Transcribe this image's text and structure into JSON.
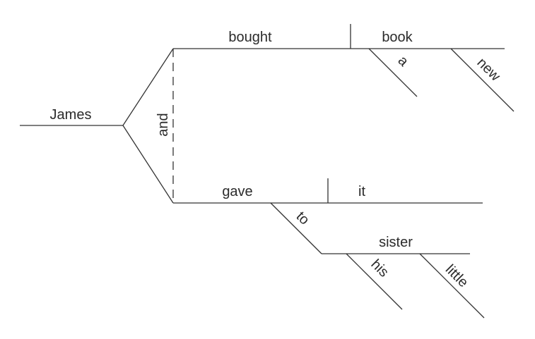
{
  "diagram": {
    "subject": "James",
    "conjunction": "and",
    "clause1": {
      "verb": "bought",
      "object": "book",
      "modifiers": [
        "a",
        "new"
      ]
    },
    "clause2": {
      "verb": "gave",
      "object": "it",
      "preposition": "to",
      "prep_object": "sister",
      "prep_modifiers": [
        "his",
        "little"
      ]
    }
  }
}
